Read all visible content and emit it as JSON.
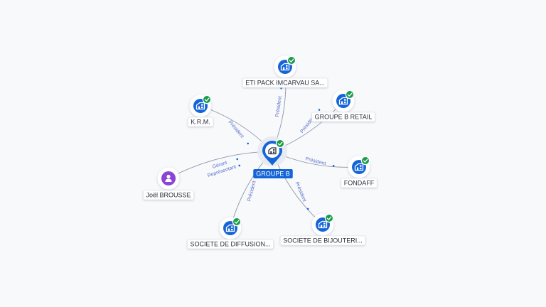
{
  "graph": {
    "center": {
      "id": "groupe-b",
      "label": "GROUPE B",
      "icon": "building-icon",
      "verified": true
    },
    "companies": [
      {
        "id": "eti-pack",
        "label": "ETI PACK IMCARVAU SA...",
        "icon": "building-icon",
        "verified": true
      },
      {
        "id": "krm",
        "label": "K.R.M.",
        "icon": "building-icon",
        "verified": true
      },
      {
        "id": "groupe-b-retail",
        "label": "GROUPE B RETAIL",
        "icon": "building-icon",
        "verified": true
      },
      {
        "id": "fondaff",
        "label": "FONDAFF",
        "icon": "building-icon",
        "verified": true
      },
      {
        "id": "societe-diffusion",
        "label": "SOCIETE DE DIFFUSION...",
        "icon": "building-icon",
        "verified": true
      },
      {
        "id": "societe-bijouterie",
        "label": "SOCIETE DE BIJOUTERI...",
        "icon": "building-icon",
        "verified": true
      }
    ],
    "people": [
      {
        "id": "joel-brousse",
        "label": "Joël BROUSSE",
        "icon": "person-icon",
        "verified": false
      }
    ],
    "edges": [
      {
        "target": "eti-pack",
        "label": "Président"
      },
      {
        "target": "krm",
        "label": "Président"
      },
      {
        "target": "groupe-b-retail",
        "label": "Président"
      },
      {
        "target": "fondaff",
        "label": "Président"
      },
      {
        "target": "societe-diffusion",
        "label": "Président"
      },
      {
        "target": "societe-bijouterie",
        "label": "Président"
      },
      {
        "target": "joel-brousse",
        "label": "Gérant"
      },
      {
        "target": "joel-brousse",
        "label": "Représentant"
      }
    ]
  },
  "colors": {
    "accent": "#1565d8",
    "verified": "#1a9c4a",
    "person": "#8b45d4",
    "edge": "#6b7290",
    "edge_label": "#5b6fc9",
    "background": "#f8f9fb"
  }
}
